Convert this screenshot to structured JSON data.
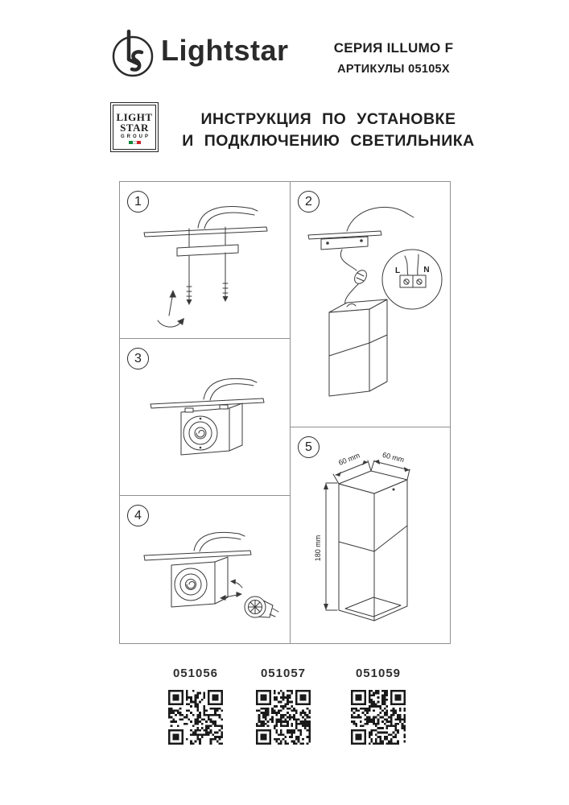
{
  "header": {
    "brand": "Lightstar",
    "series": "СЕРИЯ ILLUMO F",
    "articles": "АРТИКУЛЫ 05105X"
  },
  "group_logo": {
    "line1": "LIGHT",
    "line2": "STAR",
    "line3": "GROUP"
  },
  "title": {
    "line1": "ИНСТРУКЦИЯ ПО УСТАНОВКЕ",
    "line2": "И ПОДКЛЮЧЕНИЮ СВЕТИЛЬНИКА"
  },
  "steps": [
    {
      "number": "1"
    },
    {
      "number": "2"
    },
    {
      "number": "3"
    },
    {
      "number": "4"
    },
    {
      "number": "5"
    }
  ],
  "wiring_inset": {
    "l": "L",
    "n": "N"
  },
  "dimensions": {
    "top_left": "60 mm",
    "top_right": "60 mm",
    "height": "180 mm"
  },
  "qr": {
    "items": [
      {
        "label": "051056"
      },
      {
        "label": "051057"
      },
      {
        "label": "051059"
      }
    ]
  },
  "colors": {
    "ink": "#1f1f1f",
    "line_art": "#3a3a3a",
    "grid_border": "#909090",
    "flag_green": "#0d8a3c",
    "flag_red": "#cd2127"
  }
}
